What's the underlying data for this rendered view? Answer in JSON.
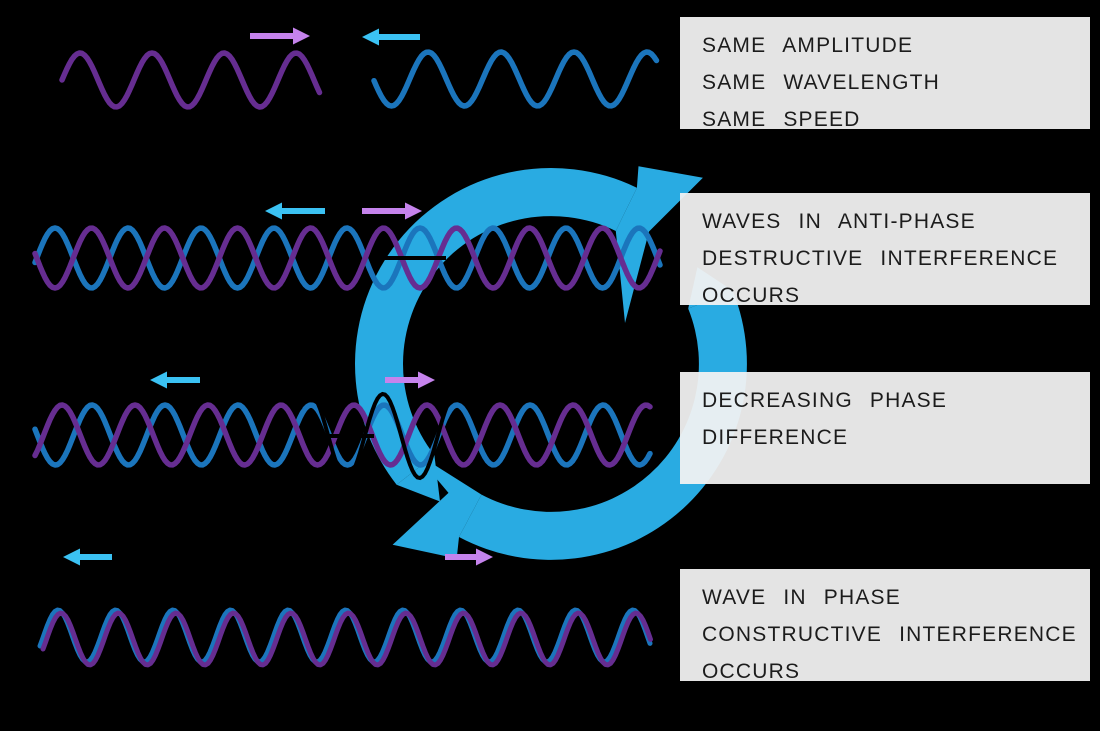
{
  "colors": {
    "background": "#000000",
    "wave_purple": "#662D91",
    "wave_blue": "#1B75BC",
    "cycle_cyan": "#29ABE2",
    "arrow_cyan": "#3BC2F3",
    "arrow_violet": "#C583EC",
    "label_box_bg": "rgba(242,242,242,0.94)",
    "label_text": "#1C1C1C"
  },
  "icons": {
    "violet_arrow_right": "→",
    "cyan_arrow_left": "←",
    "cycle_arrow": "circular-cycle-arrows"
  },
  "labels": [
    {
      "id": "same-properties",
      "lines": [
        "SAME AMPLITUDE",
        "SAME WAVELENGTH",
        "SAME SPEED"
      ]
    },
    {
      "id": "anti-phase",
      "lines": [
        "WAVES IN ANTI-PHASE",
        "DESTRUCTIVE INTERFERENCE",
        "OCCURS"
      ]
    },
    {
      "id": "decreasing-phase",
      "lines": [
        "DECREASING PHASE",
        "DIFFERENCE"
      ]
    },
    {
      "id": "in-phase",
      "lines": [
        "WAVE IN PHASE",
        "CONSTRUCTIVE INTERFERENCE",
        "OCCURS"
      ]
    }
  ]
}
